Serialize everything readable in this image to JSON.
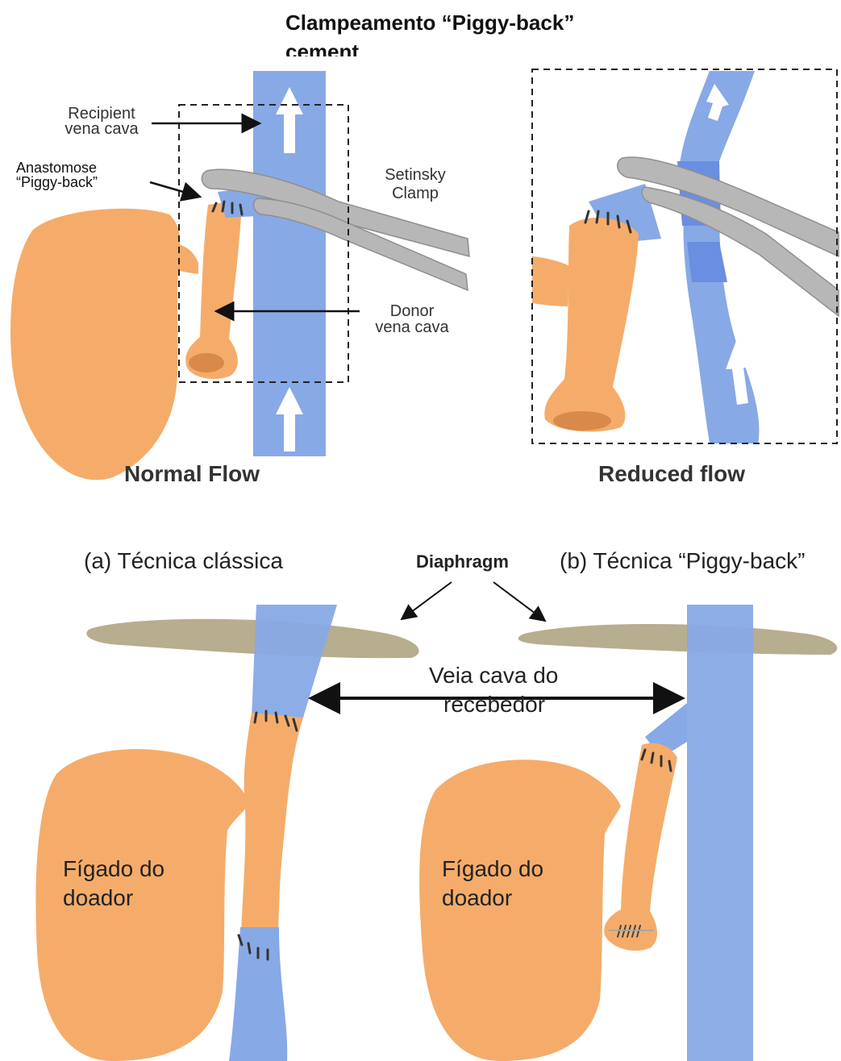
{
  "title_line1": "Clampeamento “Piggy-back”",
  "title_line2": "cement",
  "top_left": {
    "recipient_1": "Recipient",
    "recipient_2": "vena cava",
    "anastomose_1": "Anastomose",
    "anastomose_2": "“Piggy-back”",
    "clamp_1": "Setinsky",
    "clamp_2": "Clamp",
    "donor_1": "Donor",
    "donor_2": "vena cava",
    "caption": "Normal Flow"
  },
  "top_right": {
    "caption": "Reduced flow"
  },
  "bottom": {
    "panel_a": "(a) Técnica clássica",
    "diaphragm": "Diaphragm",
    "panel_b": "(b) Técnica “Piggy-back”",
    "veia_1": "Veia cava do",
    "veia_2": "recebedor",
    "figado_a_1": "Fígado do",
    "figado_a_2": "doador",
    "figado_b_1": "Fígado do",
    "figado_b_2": "doador"
  },
  "colors": {
    "vein": "#87a9e6",
    "vein_dark": "#6a8fe0",
    "liver": "#f5ac6a",
    "clamp": "#b7b7b7",
    "diaphragm": "#b7ad8f"
  }
}
